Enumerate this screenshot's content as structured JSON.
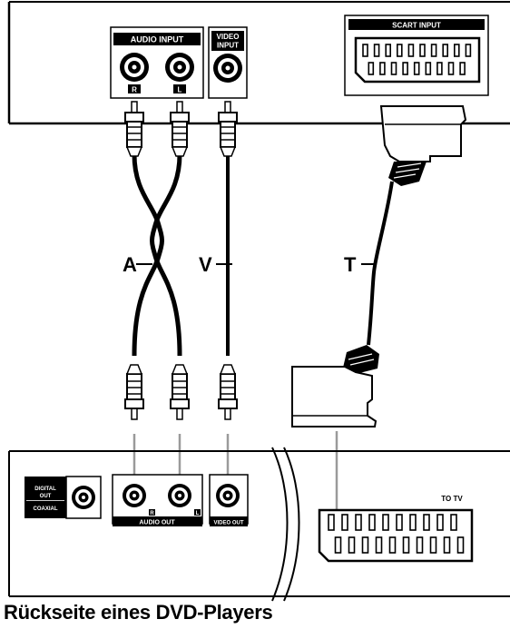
{
  "tv_panel": {
    "audio_input_label": "AUDIO INPUT",
    "audio_r": "R",
    "audio_l": "L",
    "video_input_label_1": "VIDEO",
    "video_input_label_2": "INPUT",
    "scart_input_label": "SCART INPUT"
  },
  "cables": {
    "audio_cable_letter": "A",
    "video_cable_letter": "V",
    "scart_cable_letter": "T"
  },
  "player_panel": {
    "digital_out_line1": "DIGITAL",
    "digital_out_line2": "OUT",
    "coaxial_label": "COAXIAL",
    "audio_out_label": "AUDIO OUT",
    "audio_out_r": "R",
    "audio_out_l": "L",
    "video_out_label": "VIDEO OUT",
    "to_tv_label": "TO TV"
  },
  "caption": "Rückseite eines DVD-Players",
  "colors": {
    "line": "#000000",
    "arrow": "#9a9a9a",
    "label_bg": "#000000",
    "label_fg": "#ffffff"
  }
}
